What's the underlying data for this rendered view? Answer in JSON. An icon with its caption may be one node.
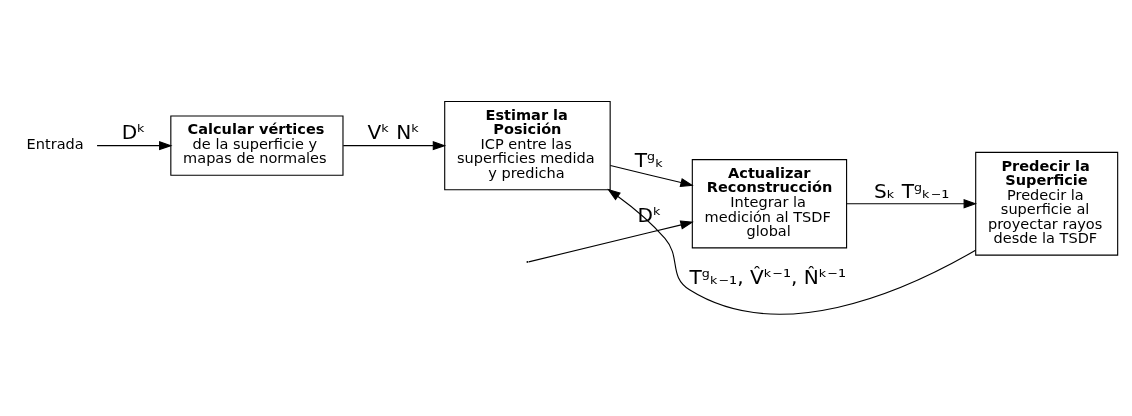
{
  "diagram": {
    "nodes": [
      {
        "text": [
          "Entrada"
        ]
      },
      {
        "text": [
          "Calcular vértices",
          "de la superficie y mapas de normales"
        ]
      },
      {
        "text": [
          "Estimar la Posición",
          "ICP entre las superficies medida y predicha"
        ]
      },
      {
        "text": [
          "Actualizar Reconstrucción",
          "Integrar la medición al TSDF global"
        ]
      },
      {
        "text": [
          "Predecir la Superficie",
          "Predecir la superficie al proyectar rayos desde la TSDF"
        ]
      }
    ],
    "edges": [
      {
        "from": 0,
        "to": 1,
        "arrow": "to",
        "label": "Dᵏ"
      },
      {
        "from": 1,
        "to": 2,
        "arrow": "to",
        "label": "Vᵏ Nᵏ"
      },
      {
        "from": 2,
        "to": 3,
        "arrow": "to",
        "label": "Tᵍₖ"
      },
      {
        "from": 3,
        "to": 4,
        "arrow": "to",
        "label": "Sₖ Tᵍₖ₋₁"
      },
      {
        "from": 4,
        "to": 2,
        "arrow": "to",
        "label": "Tᵍₖ₋₁, V̂ᵏ⁻¹, N̂ᵏ⁻¹"
      },
      {
        "from": null,
        "to": 3,
        "arrow": "to",
        "label": "Dᵏ"
      }
    ]
  }
}
